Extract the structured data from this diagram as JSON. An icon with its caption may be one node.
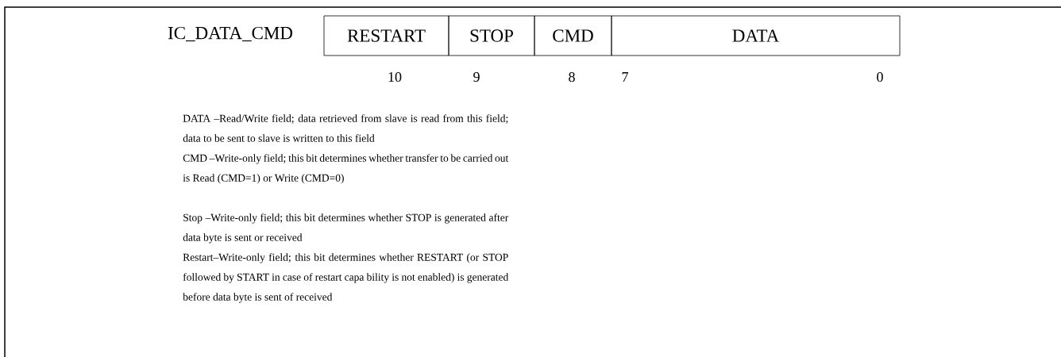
{
  "diagram": {
    "nodes": [
      {
        "text": [
          "RESTART"
        ]
      },
      {
        "text": [
          "STOP"
        ]
      },
      {
        "text": [
          "CMD"
        ]
      },
      {
        "text": [
          "DATA"
        ]
      }
    ],
    "labels": [
      "IC_DATA_CMD",
      "10",
      "9",
      "8",
      "7",
      "0",
      "DATA –Read/Write field; data retrieved from slave is read from this field; data to be sent to slave is written to this field",
      "CMD –Write-only field; this bit determines whether transfer to be carried out is Read (CMD=1) or Write (CMD=0)",
      "Stop –Write-only field; this bit determines whether STOP is generated after data byte is sent or received",
      "Restart–Write-only field; this bit determines whether RESTART (or STOP followed by START in case of restart capa bility is not enabled) is generated before data byte is sent of received"
    ]
  }
}
